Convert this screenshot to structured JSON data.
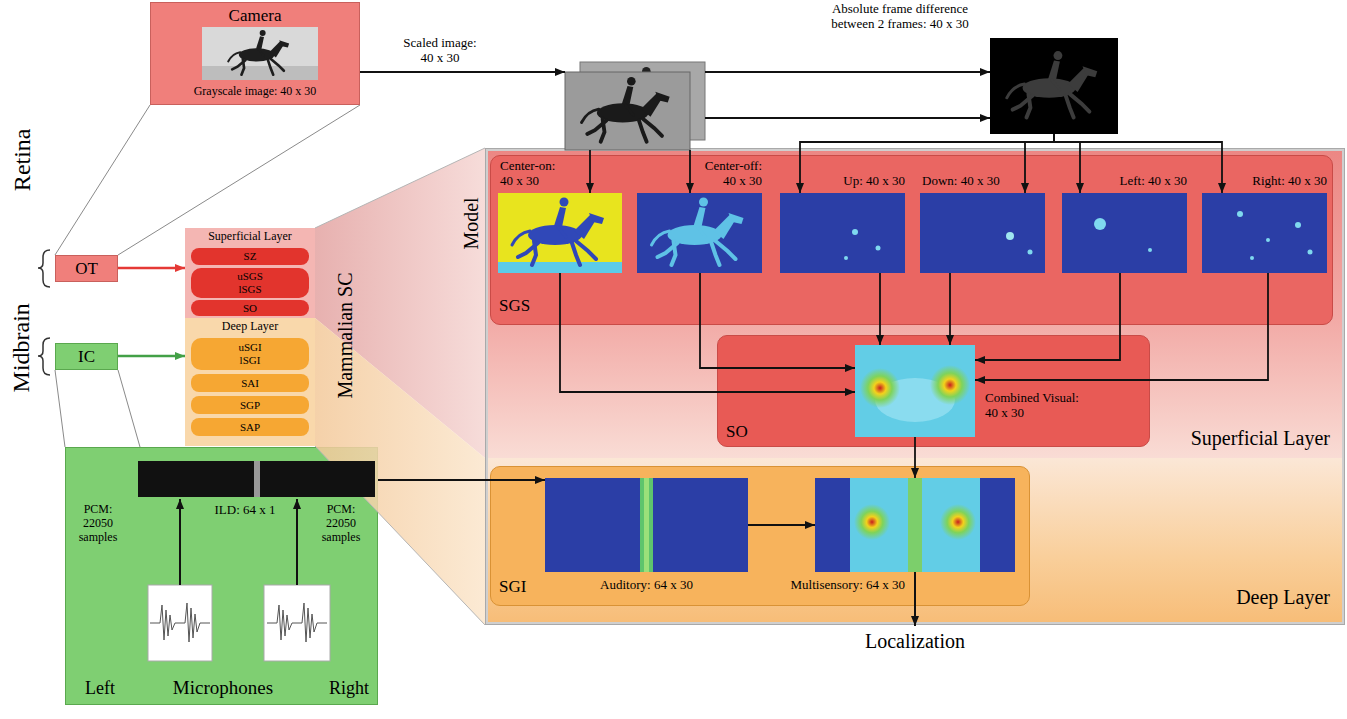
{
  "diagram": {
    "nodes": [
      {
        "text": [
          "Camera",
          "Grayscale image: 40 x 30"
        ]
      },
      {
        "text": [
          "Scaled image: 40 x 30"
        ]
      },
      {
        "text": [
          "Absolute frame difference between 2 frames: 40 x 30"
        ]
      },
      {
        "text": [
          "OT"
        ]
      },
      {
        "text": [
          "IC"
        ]
      },
      {
        "text": [
          "Superficial Layer"
        ]
      },
      {
        "text": [
          "SZ"
        ],
        "in": 5
      },
      {
        "text": [
          "uSGS lSGS"
        ],
        "in": 5
      },
      {
        "text": [
          "SO"
        ],
        "in": 5
      },
      {
        "text": [
          "Deep Layer"
        ]
      },
      {
        "text": [
          "uSGI lSGI"
        ],
        "in": 9
      },
      {
        "text": [
          "SAI"
        ],
        "in": 9
      },
      {
        "text": [
          "SGP"
        ],
        "in": 9
      },
      {
        "text": [
          "SAP"
        ],
        "in": 9
      },
      {
        "text": [
          "ILD: 64 x 1",
          "PCM: 22050 samples",
          "PCM: 22050 samples",
          "Left",
          "Microphones",
          "Right"
        ]
      },
      {
        "text": [
          "Model"
        ]
      },
      {
        "text": [
          "Superficial Layer"
        ],
        "in": 15
      },
      {
        "text": [
          "SGS"
        ],
        "in": 16
      },
      {
        "text": [
          "Center-on: 40 x 30"
        ],
        "in": 17
      },
      {
        "text": [
          "Center-off: 40 x 30"
        ],
        "in": 17
      },
      {
        "text": [
          "Up: 40 x 30"
        ],
        "in": 17
      },
      {
        "text": [
          "Down: 40 x 30"
        ],
        "in": 17
      },
      {
        "text": [
          "Left: 40 x 30"
        ],
        "in": 17
      },
      {
        "text": [
          "Right: 40 x 30"
        ],
        "in": 17
      },
      {
        "text": [
          "SO"
        ],
        "in": 16
      },
      {
        "text": [
          "Combined Visual: 40 x 30"
        ],
        "in": 24
      },
      {
        "text": [
          "Deep Layer"
        ],
        "in": 15
      },
      {
        "text": [
          "SGI"
        ],
        "in": 26
      },
      {
        "text": [
          "Auditory: 64 x 30"
        ],
        "in": 27
      },
      {
        "text": [
          "Multisensory: 64 x 30"
        ],
        "in": 27
      }
    ],
    "edges": [
      {
        "from": 0,
        "to": 1,
        "arrow": "to"
      },
      {
        "from": 1,
        "to": 2,
        "arrow": "to"
      },
      {
        "from": 1,
        "to": 2,
        "arrow": "to"
      },
      {
        "from": 1,
        "to": 18,
        "arrow": "to"
      },
      {
        "from": 1,
        "to": 19,
        "arrow": "to"
      },
      {
        "from": 2,
        "to": 20,
        "arrow": "to"
      },
      {
        "from": 2,
        "to": 21,
        "arrow": "to"
      },
      {
        "from": 2,
        "to": 22,
        "arrow": "to"
      },
      {
        "from": 2,
        "to": 23,
        "arrow": "to"
      },
      {
        "from": 18,
        "to": 25,
        "arrow": "to"
      },
      {
        "from": 19,
        "to": 25,
        "arrow": "to"
      },
      {
        "from": 20,
        "to": 25,
        "arrow": "to"
      },
      {
        "from": 21,
        "to": 25,
        "arrow": "to"
      },
      {
        "from": 22,
        "to": 25,
        "arrow": "to"
      },
      {
        "from": 23,
        "to": 25,
        "arrow": "to"
      },
      {
        "from": 25,
        "to": 29,
        "arrow": "to"
      },
      {
        "from": 28,
        "to": 29,
        "arrow": "to"
      },
      {
        "from": 14,
        "to": 28,
        "arrow": "to"
      },
      {
        "from": 3,
        "to": 5,
        "arrow": "to"
      },
      {
        "from": 4,
        "to": 9,
        "arrow": "to"
      }
    ],
    "labels": [
      "Midbrain",
      "Retina",
      "Mammalian SC",
      "Localization"
    ]
  }
}
